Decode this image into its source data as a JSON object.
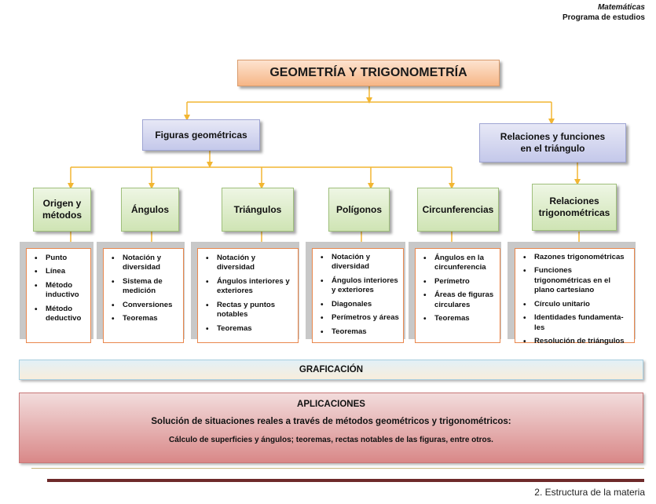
{
  "header": {
    "subject": "Matemáticas",
    "program": "Programa de estudios"
  },
  "title": "GEOMETRÍA Y TRIGONOMETRÍA",
  "level1": {
    "figuras": "Figuras geométricas",
    "relaciones_line1": "Relaciones y funciones",
    "relaciones_line2": "en el triángulo"
  },
  "level2": {
    "origen_line1": "Origen y",
    "origen_line2": "métodos",
    "angulos": "Ángulos",
    "triangulos": "Triángulos",
    "poligonos": "Polígonos",
    "circunferencias": "Circunferencias",
    "relaciones_trig_line1": "Relaciones",
    "relaciones_trig_line2": "trigonométricas"
  },
  "lists": {
    "origen": [
      "Punto",
      "Línea",
      "Método inductivo",
      "Método deductivo"
    ],
    "angulos": [
      "Notación y diversidad",
      "Sistema de medición",
      "Conversiones",
      "Teoremas"
    ],
    "triangulos": [
      "Notación y diversidad",
      "Ángulos interiores y exteriores",
      "Rectas y puntos notables",
      "Teoremas"
    ],
    "poligonos": [
      "Notación y diversidad",
      "Ángulos interiores y exteriores",
      "Diagonales",
      "Perímetros y áreas",
      "Teoremas"
    ],
    "circunferencias": [
      "Ángulos en la circunferencia",
      "Perímetro",
      "Áreas de figuras circulares",
      "Teoremas"
    ],
    "relaciones_trig": [
      "Razones  trigonométricas",
      "Funciones trigonométricas en el plano cartesiano",
      "Círculo unitario",
      "Identidades fundamenta-les",
      "Resolución de triángulos"
    ]
  },
  "graficacion": "GRAFICACIÓN",
  "aplicaciones": {
    "title": "APLICACIONES",
    "line1": "Solución de situaciones reales a través de métodos geométricos y trigonométricos:",
    "line2": "Cálculo de superficies y ángulos; teoremas, rectas notables de las figuras, entre otros."
  },
  "footer": "2.   Estructura de la materia",
  "colors": {
    "connector": "#f2b632",
    "list_border": "#e9874d",
    "bottom_rule": "#6e2a2a"
  }
}
